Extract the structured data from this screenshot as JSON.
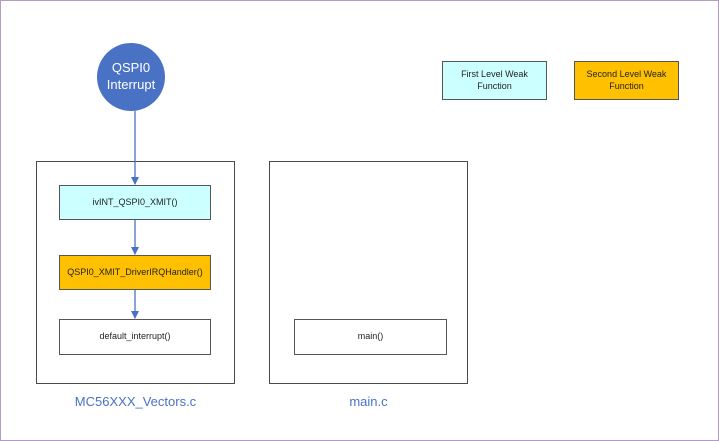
{
  "interrupt_node": {
    "line1": "QSPI0",
    "line2": "Interrupt"
  },
  "legend": {
    "first_level": {
      "line1": "First Level Weak",
      "line2": "Function"
    },
    "second_level": {
      "line1": "Second Level Weak",
      "line2": "Function"
    }
  },
  "vectors_file": {
    "label": "MC56XXX_Vectors.c",
    "functions": [
      "ivINT_QSPI0_XMIT()",
      "QSPI0_XMIT_DriverIRQHandler()",
      "default_interrupt()"
    ]
  },
  "main_file": {
    "label": "main.c",
    "functions": [
      "main()"
    ]
  },
  "colors": {
    "interrupt_node": "#4a72c4",
    "first_level_fill": "#ccffff",
    "second_level_fill": "#ffc000",
    "arrow": "#4a72c4",
    "file_label": "#4a72c4"
  }
}
